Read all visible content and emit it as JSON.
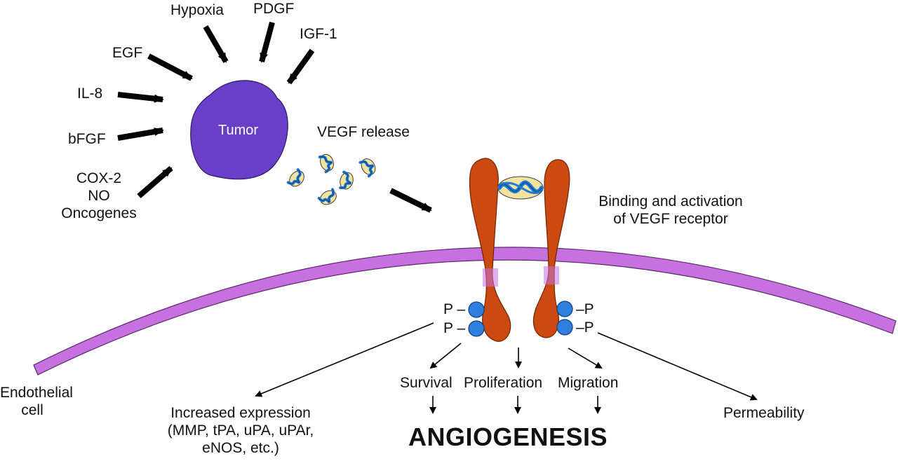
{
  "inputs": {
    "hypoxia": "Hypoxia",
    "pdgf": "PDGF",
    "igf1": "IGF-1",
    "egf": "EGF",
    "il8": "IL-8",
    "bfgf": "bFGF",
    "cox2": [
      "COX-2",
      "NO",
      "Oncogenes"
    ]
  },
  "tumor": "Tumor",
  "vegf_release": "VEGF release",
  "binding": [
    "Binding and activation",
    "of VEGF receptor"
  ],
  "phospho": {
    "left_top": "P –",
    "left_bottom": "P –",
    "right_top": "–P",
    "right_bottom": "–P"
  },
  "endothelial": [
    "Endothelial",
    "cell"
  ],
  "outcomes": {
    "survival": "Survival",
    "proliferation": "Proliferation",
    "migration": "Migration",
    "expression": [
      "Increased expression",
      "(MMP, tPA, uPA, uPAr,",
      "eNOS, etc.)"
    ],
    "permeability": "Permeability"
  },
  "result": "ANGIOGENESIS",
  "colors": {
    "tumor": "#6a3fc8",
    "membrane": "#c771e0",
    "receptor": "#cc4a12",
    "phospho_dot": "#2f7ee0",
    "vegf_blue": "#1f78d1",
    "vegf_cream": "#f3e3a0"
  }
}
